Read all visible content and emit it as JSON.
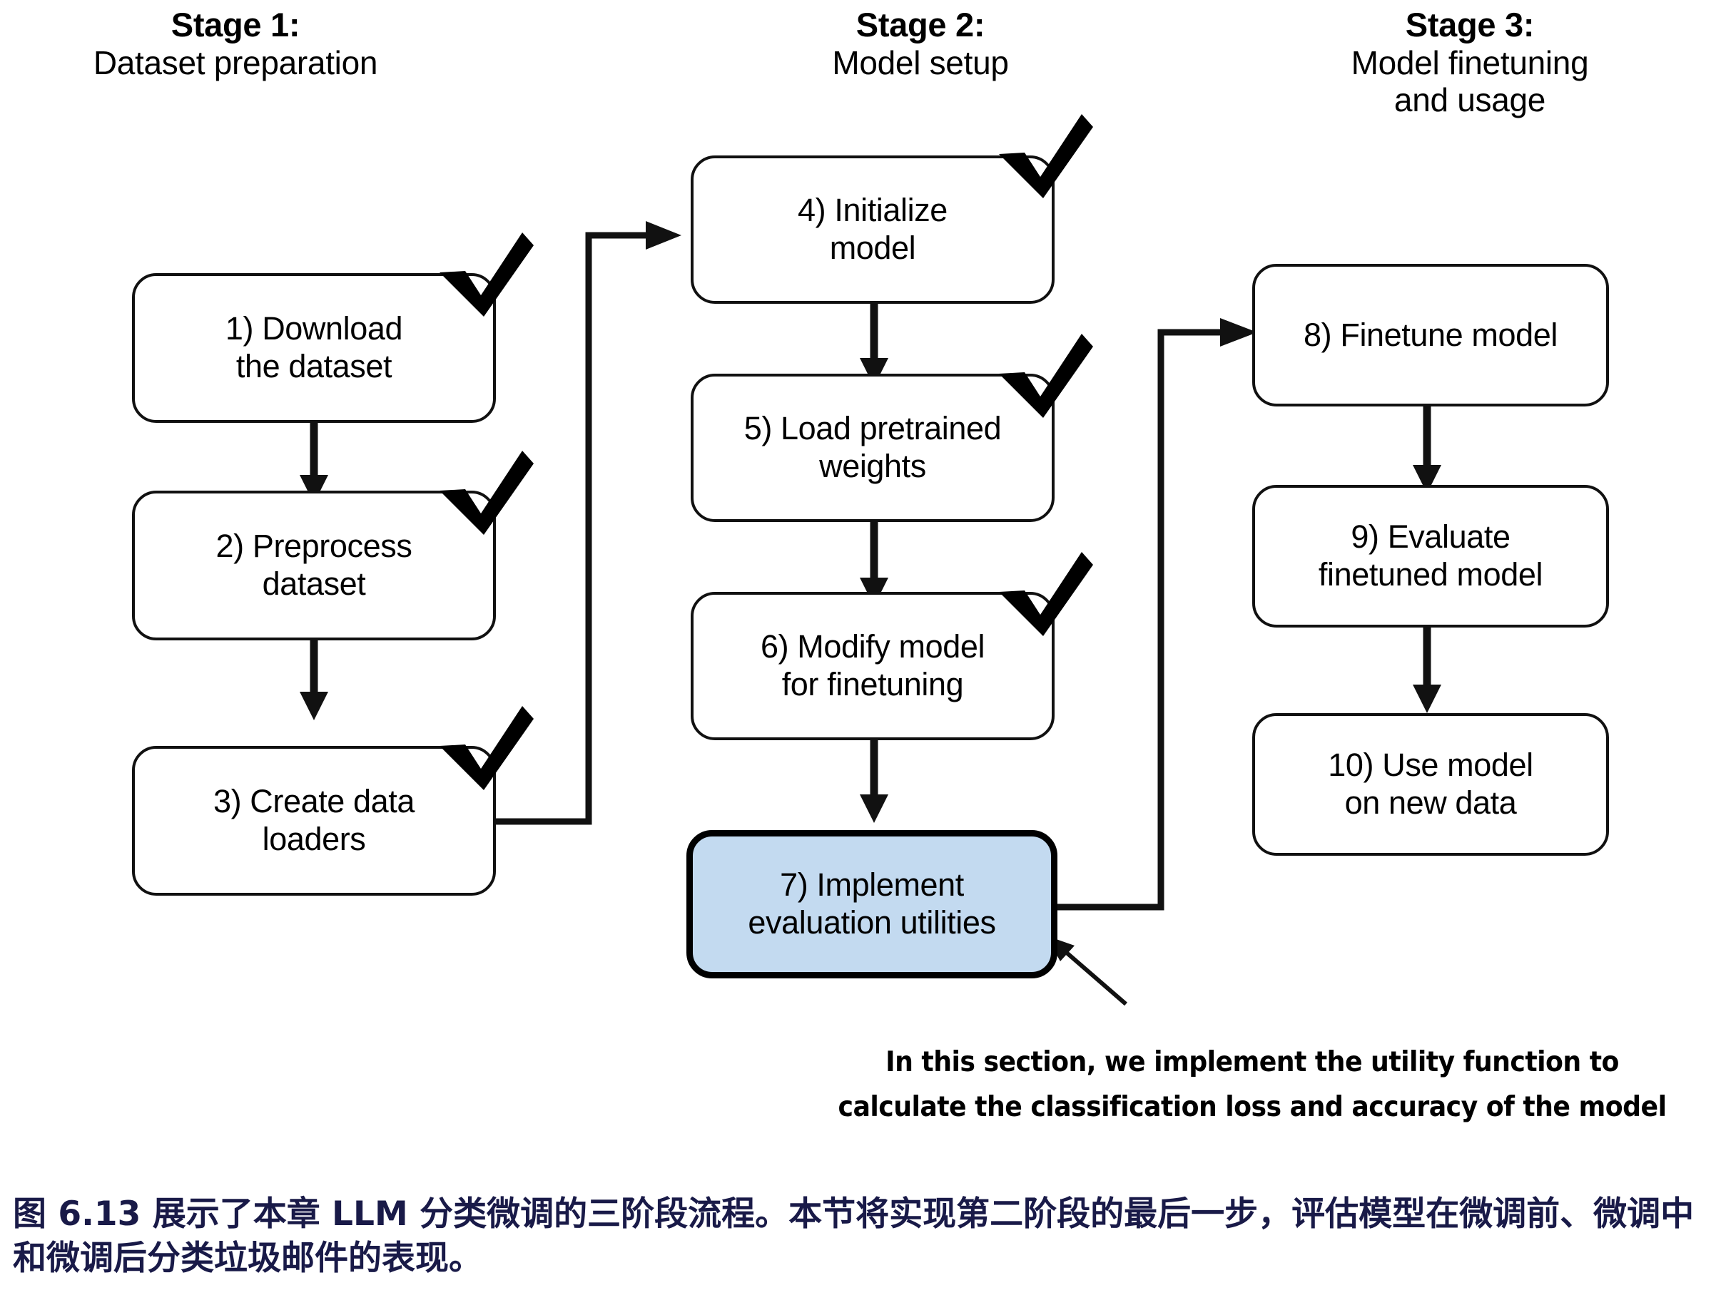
{
  "figure": {
    "caption": "图 6.13 展示了本章 LLM 分类微调的三阶段流程。本节将实现第二阶段的最后一步，评估模型在微调前、微调中和微调后分类垃圾邮件的表现。",
    "caption_color": "#191a48"
  },
  "stages": [
    {
      "title": "Stage 1:",
      "subtitle": "Dataset preparation"
    },
    {
      "title": "Stage 2:",
      "subtitle": "Model setup"
    },
    {
      "title": "Stage 3:",
      "subtitle": "Model finetuning\nand usage"
    }
  ],
  "stage3_sub_line1": "Model finetuning",
  "stage3_sub_line2": "and usage",
  "steps": [
    {
      "id": 1,
      "line1": "1) Download",
      "line2": "the dataset",
      "checked": true,
      "highlighted": false
    },
    {
      "id": 2,
      "line1": "2) Preprocess",
      "line2": "dataset",
      "checked": true,
      "highlighted": false
    },
    {
      "id": 3,
      "line1": "3) Create data",
      "line2": "loaders",
      "checked": true,
      "highlighted": false
    },
    {
      "id": 4,
      "line1": "4) Initialize",
      "line2": "model",
      "checked": true,
      "highlighted": false
    },
    {
      "id": 5,
      "line1": "5) Load pretrained",
      "line2": "weights",
      "checked": true,
      "highlighted": false
    },
    {
      "id": 6,
      "line1": "6) Modify model",
      "line2": "for finetuning",
      "checked": true,
      "highlighted": false
    },
    {
      "id": 7,
      "line1": "7) Implement",
      "line2": "evaluation utilities",
      "checked": false,
      "highlighted": true
    },
    {
      "id": 8,
      "line1": "8) Finetune model",
      "line2": "",
      "checked": false,
      "highlighted": false
    },
    {
      "id": 9,
      "line1": "9) Evaluate",
      "line2": "finetuned model",
      "checked": false,
      "highlighted": false
    },
    {
      "id": 10,
      "line1": "10) Use model",
      "line2": "on new data",
      "checked": false,
      "highlighted": false
    }
  ],
  "annotation": {
    "line1": "In this section, we implement the utility function to",
    "line2": "calculate the classification loss and accuracy of the model"
  },
  "colors": {
    "highlight_fill": "#c3daf0",
    "stroke": "#111111",
    "caption": "#191a48",
    "background": "#ffffff"
  }
}
